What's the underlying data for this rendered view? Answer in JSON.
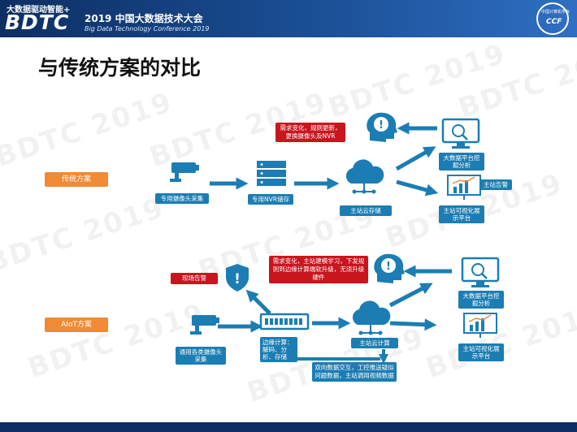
{
  "header": {
    "slogan": "大数据驱动智能+",
    "brand": "BDTC",
    "conf_cn": "2019 中国大数据技术大会",
    "conf_en": "Big Data Technology Conference 2019",
    "logo_text": "中国计算机学会",
    "logo_abbr": "CCF"
  },
  "page": {
    "title": "与传统方案的对比"
  },
  "watermark": "BDTC 2019",
  "traditional": {
    "label": "传统方案",
    "camera": "专用摄像头采集",
    "nvr": "专用NVR储存",
    "cloud": "主站云存储",
    "bigdata": "大数据平台挖掘分析",
    "alarm": "主站告警",
    "visual": "主站可视化展示平台",
    "note": "需求变化，规则更新，更换摄像头及NVR"
  },
  "aiot": {
    "label": "AIoT方案",
    "camera": "通用各类摄像头采集",
    "edge": "边缘计算：解码、分析、存储",
    "cloud": "主站云计算",
    "bigdata": "大数据平台挖掘分析",
    "visual": "主站可视化展示平台",
    "onsite_alarm": "现场告警",
    "note": "需求变化，主站建模学习，下发规则到边缘计算端软升级，无须升级硬件",
    "interact": "双向数据交互，工控推送疑似问题数据，主站调用视频数据"
  },
  "colors": {
    "accent": "#1b7db3",
    "orange": "#f08a35",
    "red": "#c9151e",
    "navy": "#0d2f63"
  }
}
